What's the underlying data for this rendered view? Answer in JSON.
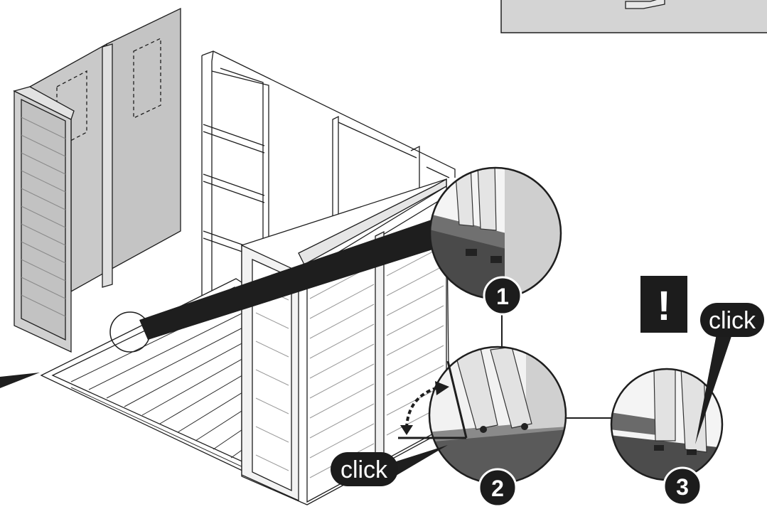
{
  "callouts": {
    "click_a": "click",
    "click_b": "click",
    "step_1": "1",
    "step_2": "2",
    "step_3": "3",
    "warning": "!"
  },
  "colors": {
    "panel": "#c9c9c9",
    "panel_dark": "#9d9d9d",
    "floor": "#ffffff",
    "inset_bg": "#d4d4d4",
    "detail_floor": "#555555",
    "badge": "#1c1c1c",
    "line": "#1e1e1e"
  },
  "icons": [
    "warning-icon",
    "door-swing-arrow",
    "magnifier-circle"
  ]
}
